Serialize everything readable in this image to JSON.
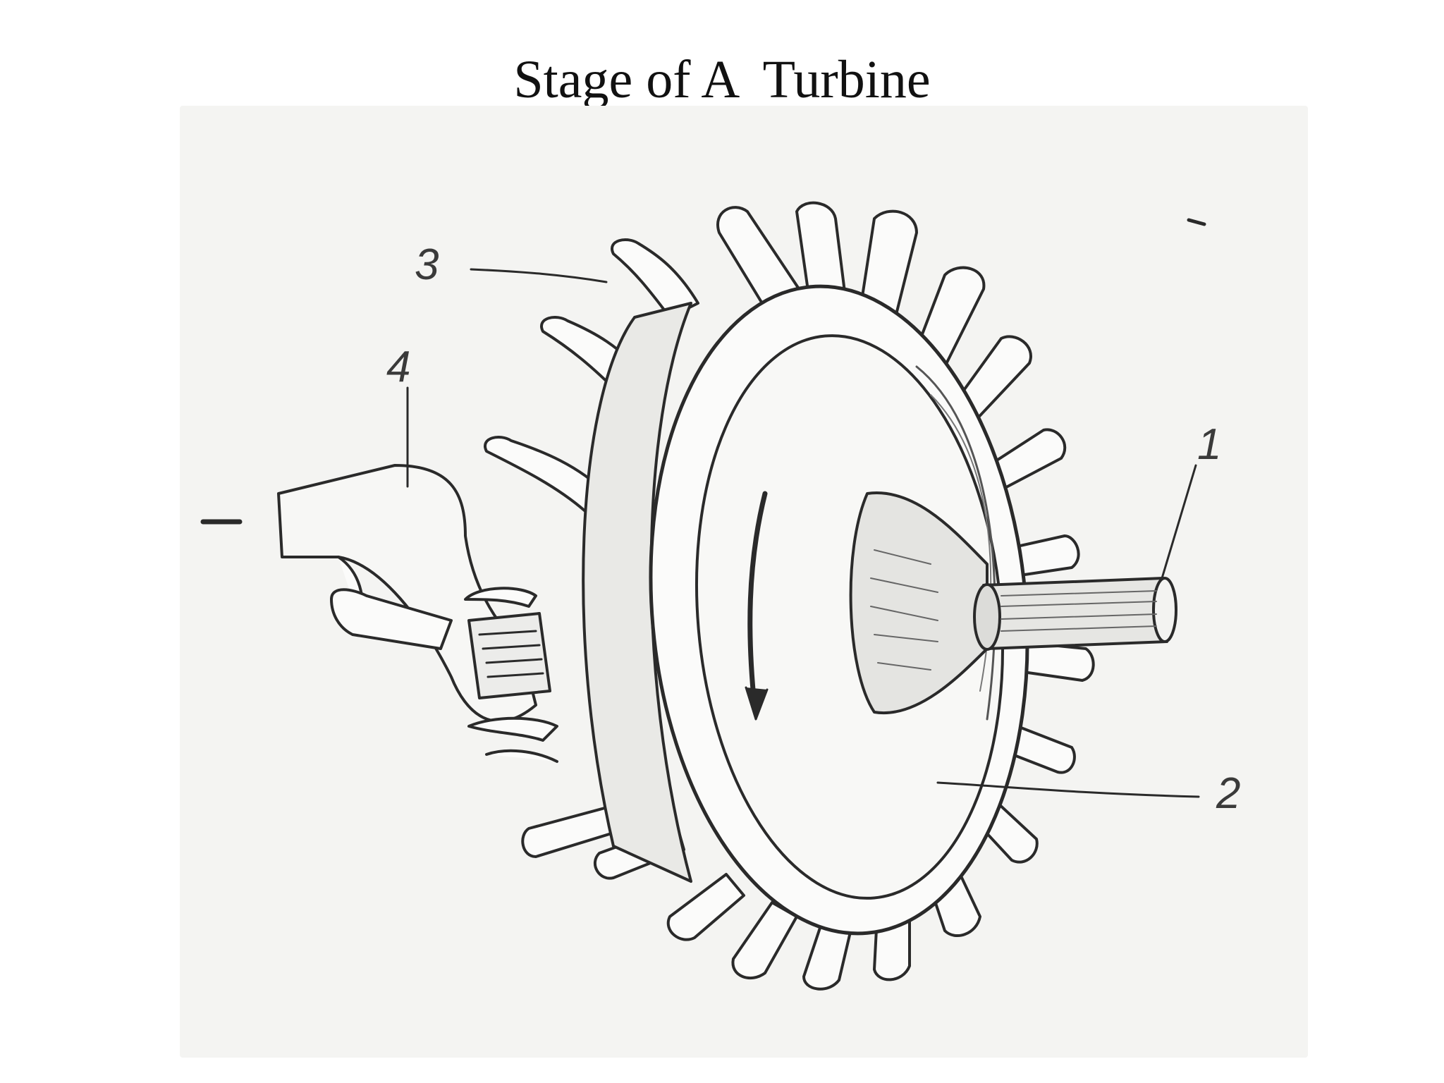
{
  "title": "Stage of A  Turbine",
  "labels": {
    "shaft": "1",
    "disk": "2",
    "blade": "3",
    "nozzle": "4"
  },
  "colors": {
    "background": "#ffffff",
    "line": "#2a2a2a",
    "paper": "#f4f4f2"
  }
}
